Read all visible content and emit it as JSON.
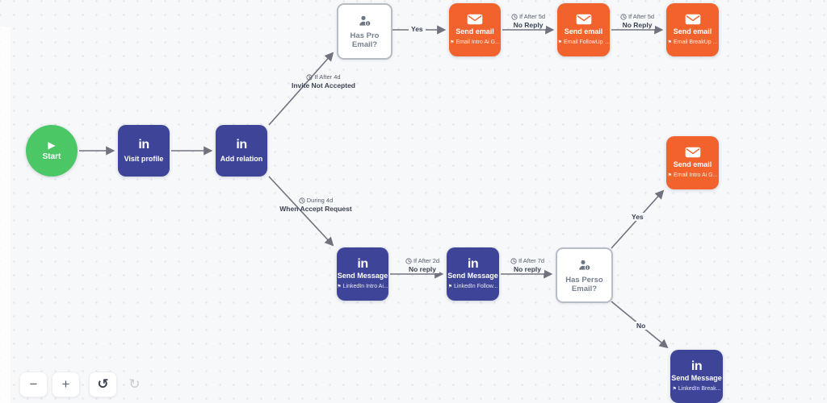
{
  "icons": {
    "linkedin": "in",
    "play": "▶",
    "flag": "⚑",
    "minus": "−",
    "plus": "+",
    "undo": "↺",
    "redo": "↻"
  },
  "colors": {
    "linkedin_node": "#3e4598",
    "email_node": "#f2622c",
    "start_node": "#4bc766",
    "arrow": "#72727e",
    "canvas_bg": "#f7f8fa"
  },
  "nodes": {
    "start": {
      "label": "Start"
    },
    "visit_profile": {
      "title": "Visit profile"
    },
    "add_relation": {
      "title": "Add relation"
    },
    "has_pro_email": {
      "title": "Has Pro Email?"
    },
    "send_email_intro": {
      "title": "Send email",
      "subtitle": "Email Intro Ai G..."
    },
    "send_email_followup": {
      "title": "Send email",
      "subtitle": "Email FollowUp ..."
    },
    "send_email_breakup": {
      "title": "Send email",
      "subtitle": "Email BreakUp ..."
    },
    "send_email_intro_2": {
      "title": "Send email",
      "subtitle": "Email Intro Ai G..."
    },
    "send_message_intro": {
      "title": "Send Message",
      "subtitle": "LinkedIn Intro Ai..."
    },
    "send_message_followup": {
      "title": "Send Message",
      "subtitle": "LinkedIn Follow..."
    },
    "has_perso_email": {
      "title": "Has Perso Email?"
    },
    "send_message_breakup": {
      "title": "Send Message",
      "subtitle": "LinkedIn Break..."
    }
  },
  "edges": {
    "invite_not_accepted": {
      "condition": "If After 4d",
      "label": "Invite Not Accepted"
    },
    "yes_pro": {
      "label": "Yes"
    },
    "no_reply_5d_1": {
      "condition": "If After 5d",
      "label": "No Reply"
    },
    "no_reply_5d_2": {
      "condition": "If After 5d",
      "label": "No Reply"
    },
    "when_accept_request": {
      "condition": "During 4d",
      "label": "When Accept Request"
    },
    "no_reply_2d": {
      "condition": "If After 2d",
      "label": "No reply"
    },
    "no_reply_7d": {
      "condition": "If After 7d",
      "label": "No reply"
    },
    "yes_perso": {
      "label": "Yes"
    },
    "no_perso": {
      "label": "No"
    }
  }
}
